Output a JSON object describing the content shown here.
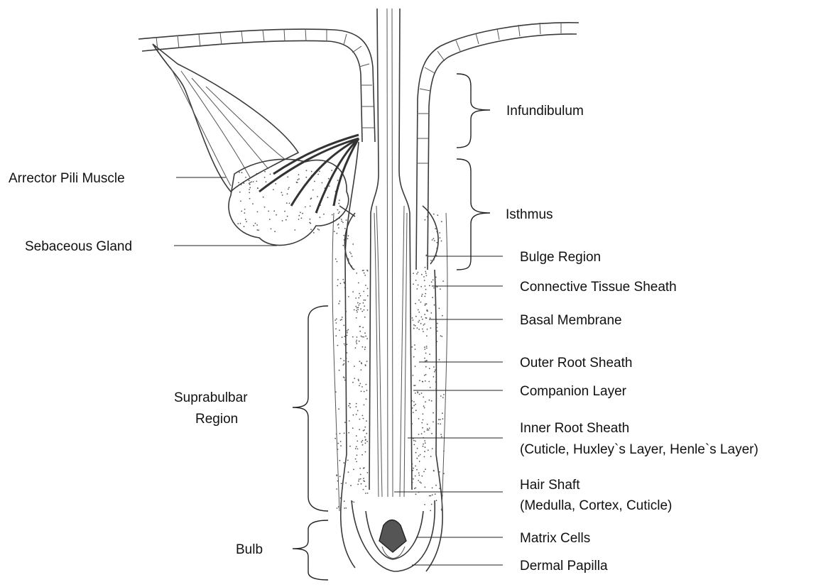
{
  "labels": {
    "infundibulum": "Infundibulum",
    "isthmus": "Isthmus",
    "bulge_region": "Bulge Region",
    "connective_tissue_sheath": "Connective Tissue Sheath",
    "basal_membrane": "Basal Membrane",
    "outer_root_sheath": "Outer Root Sheath",
    "companion_layer": "Companion Layer",
    "inner_root_sheath": "Inner Root Sheath",
    "inner_root_sheath_detail": "(Cuticle, Huxley`s Layer, Henle`s Layer)",
    "hair_shaft": "Hair Shaft",
    "hair_shaft_detail": "(Medulla, Cortex, Cuticle)",
    "matrix_cells": "Matrix Cells",
    "dermal_papilla": "Dermal Papilla",
    "arrector_pili_muscle": "Arrector Pili  Muscle",
    "sebaceous_gland": "Sebaceous Gland",
    "suprabulbar_region_line1": "Suprabulbar",
    "suprabulbar_region_line2": "Region",
    "bulb": "Bulb"
  }
}
